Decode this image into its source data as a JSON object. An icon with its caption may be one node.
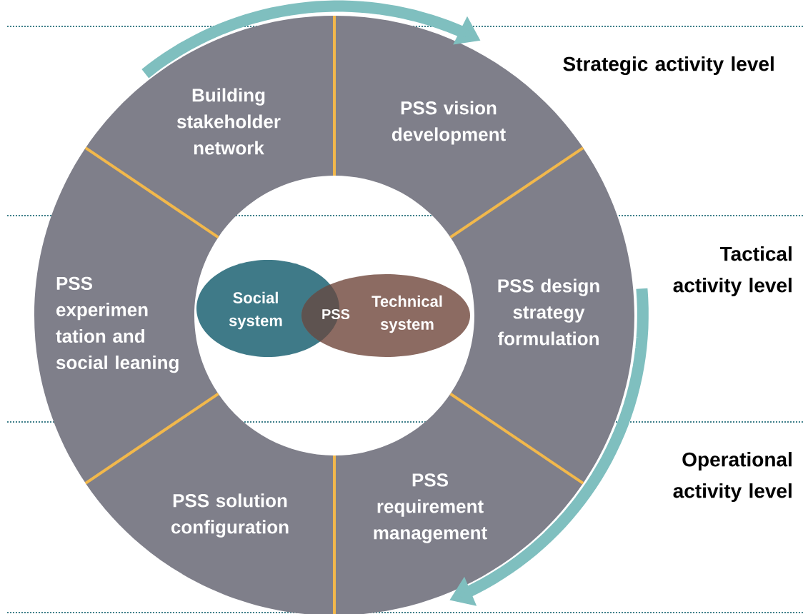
{
  "diagram": {
    "nodes": [
      {
        "text": [
          "Building stakeholder network"
        ]
      },
      {
        "text": [
          "PSS vision development"
        ]
      },
      {
        "text": [
          "PSS design strategy formulation"
        ]
      },
      {
        "text": [
          "PSS requirement management"
        ]
      },
      {
        "text": [
          "PSS solution configuration"
        ]
      },
      {
        "text": [
          "PSS experimen tation and social leaning"
        ]
      },
      {
        "text": [
          "Social system"
        ]
      },
      {
        "text": [
          "Technical system"
        ]
      }
    ],
    "labels": [
      "Strategic activity level",
      "Tactical activity level",
      "PSS",
      "Operational activity level"
    ]
  }
}
